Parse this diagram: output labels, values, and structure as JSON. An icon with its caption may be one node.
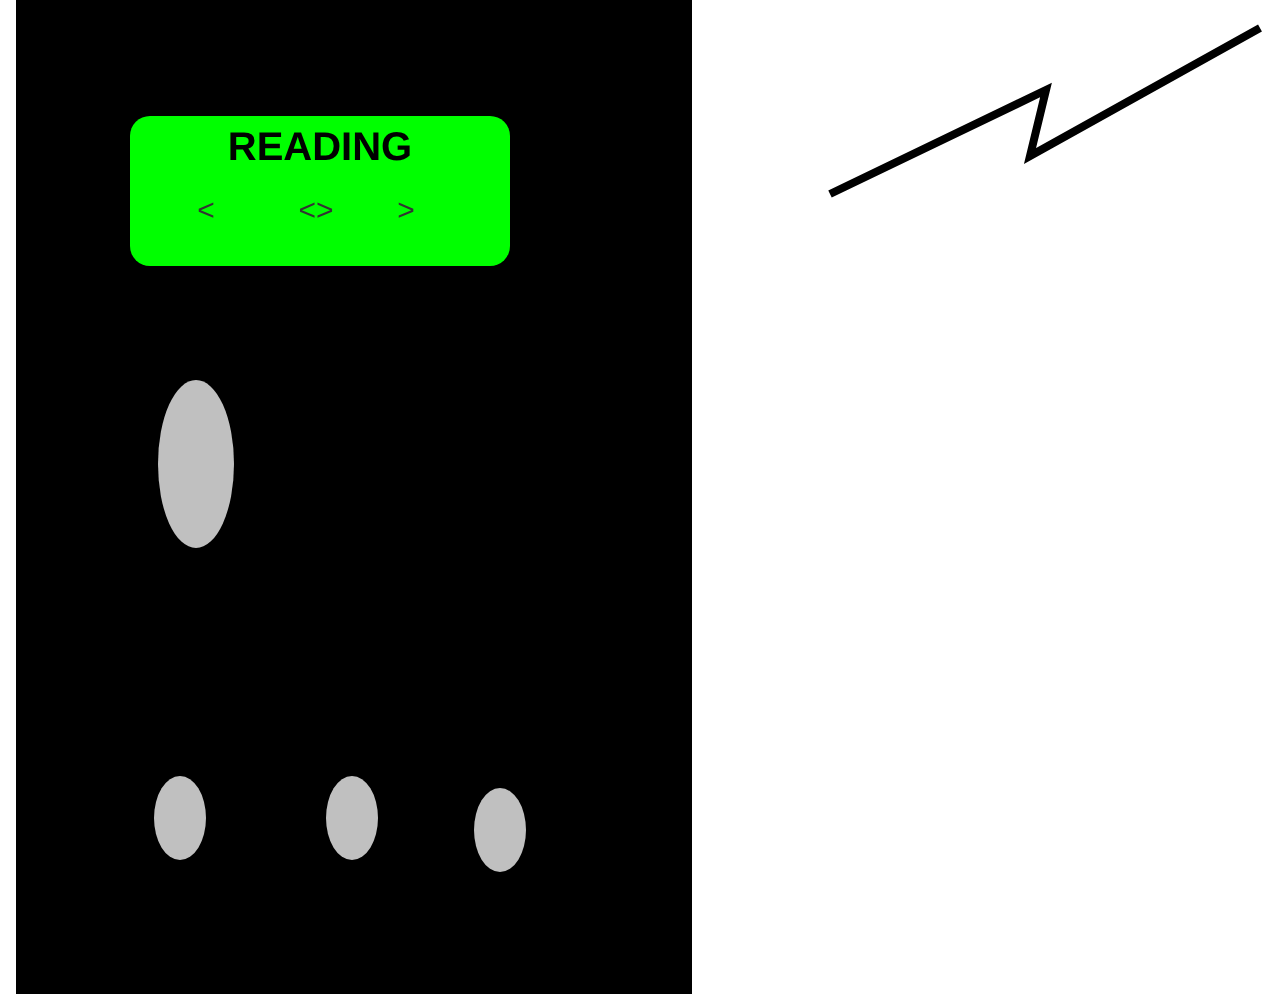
{
  "diagram": {
    "nodes": [
      {
        "text": [],
        "shape": "box"
      },
      {
        "text": [
          "READING",
          "<",
          "<>",
          ">"
        ],
        "in": 0
      },
      {
        "text": [],
        "shape": "oval",
        "in": 0
      },
      {
        "text": [],
        "shape": "oval",
        "in": 0
      },
      {
        "text": [],
        "shape": "oval",
        "in": 0
      },
      {
        "text": [],
        "shape": "oval",
        "in": 0
      }
    ]
  }
}
